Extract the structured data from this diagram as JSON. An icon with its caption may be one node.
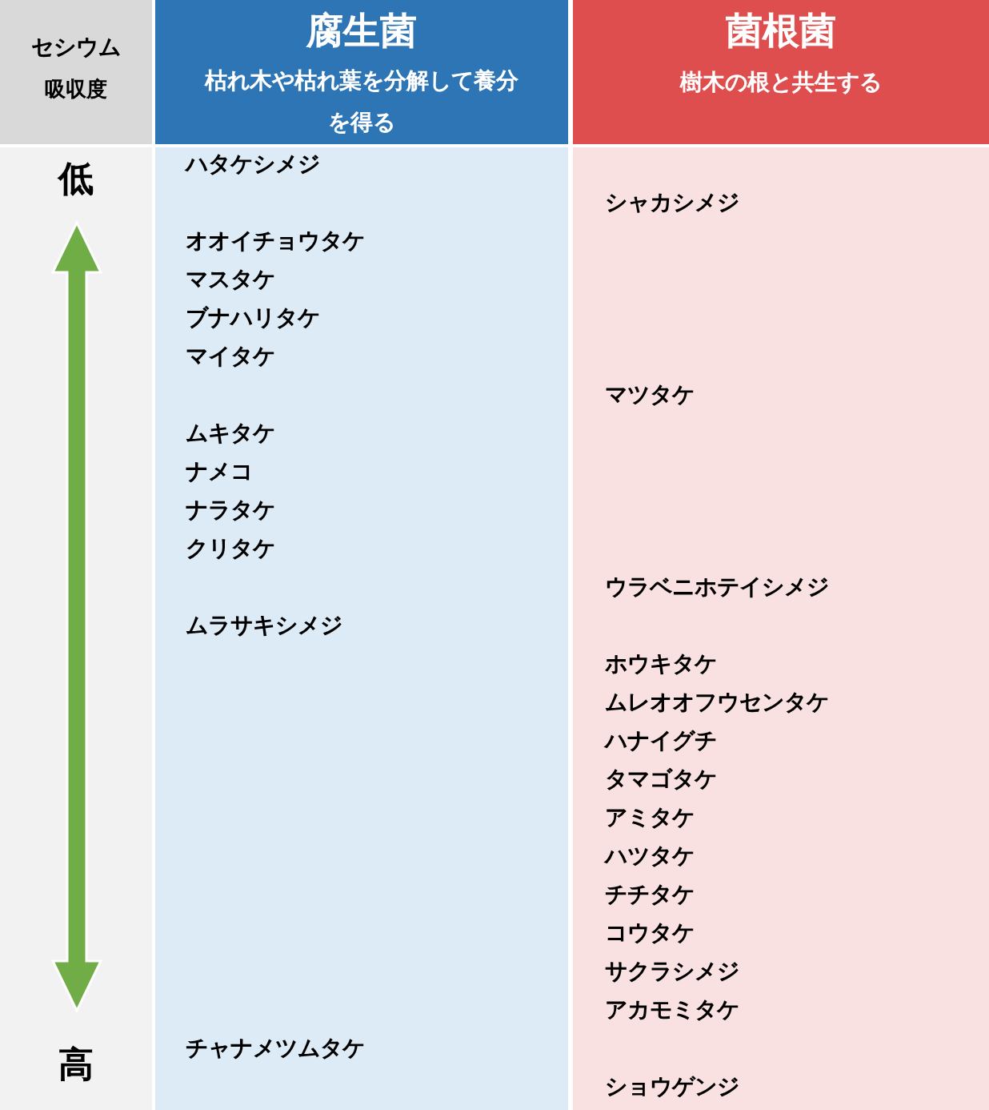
{
  "diagram": {
    "labels": [
      "セシウム",
      "吸収度",
      "腐生菌",
      "枯れ木や枯れ葉を分解して養分を得る",
      "菌根菌",
      "樹木の根と共生する",
      "低",
      "ハタケシメジ",
      "シャカシメジ",
      "オオイチョウタケ",
      "マスタケ",
      "ブナハリタケ",
      "マイタケ",
      "マツタケ",
      "ムキタケ",
      "ナメコ",
      "ナラタケ",
      "クリタケ",
      "ウラベニホテイシメジ",
      "ムラサキシメジ",
      "ホウキタケ",
      "ムレオオフウセンタケ",
      "ハナイグチ",
      "タマゴタケ",
      "アミタケ",
      "ハツタケ",
      "チチタケ",
      "コウタケ",
      "サクラシメジ",
      "アカモミタケ",
      "チャナメツムタケ",
      "高",
      "ショウゲンジ"
    ]
  }
}
